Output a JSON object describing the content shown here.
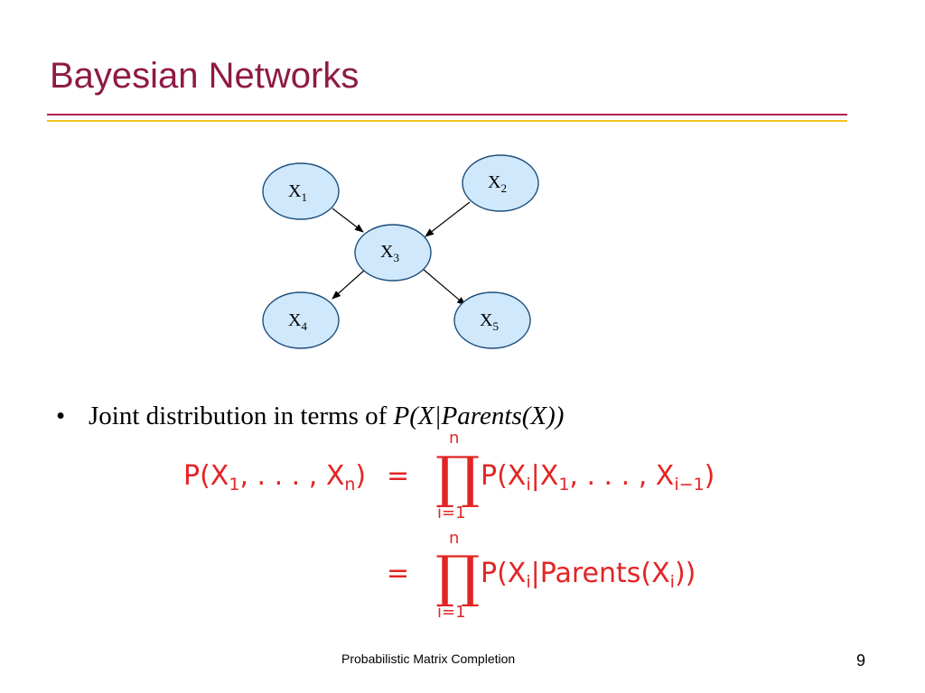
{
  "slide": {
    "title": "Bayesian Networks",
    "footer": "Probabilistic Matrix Completion",
    "page_number": "9",
    "accent_color": "#8e1a45",
    "rule_colors": [
      "#b31f55",
      "#f0c21a"
    ]
  },
  "diagram": {
    "node_fill": "#cfe8fb",
    "nodes": [
      {
        "id": "x1",
        "label": "X",
        "sub": "1"
      },
      {
        "id": "x2",
        "label": "X",
        "sub": "2"
      },
      {
        "id": "x3",
        "label": "X",
        "sub": "3"
      },
      {
        "id": "x4",
        "label": "X",
        "sub": "4"
      },
      {
        "id": "x5",
        "label": "X",
        "sub": "5"
      }
    ],
    "edges": [
      {
        "from": "x1",
        "to": "x3"
      },
      {
        "from": "x2",
        "to": "x3"
      },
      {
        "from": "x3",
        "to": "x4"
      },
      {
        "from": "x3",
        "to": "x5"
      }
    ]
  },
  "bullet": {
    "marker": "•",
    "text": "Joint distribution in terms of ",
    "emphasis_a": "P(X|",
    "emphasis_b": "Parents(X))"
  },
  "equations": {
    "color": "#e32424",
    "lhs_open": "P(X",
    "lhs_sub1": "1",
    "lhs_mid": ", . . . , X",
    "lhs_subn": "n",
    "lhs_close": ")",
    "equals": "=",
    "prod": "∏",
    "upper": "n",
    "lower": "i=1",
    "rhs1_open": "P(X",
    "rhs1_sub_i": "i",
    "rhs1_mid": "|X",
    "rhs1_sub1": "1",
    "rhs1_dots": ", . . . , X",
    "rhs1_sub_im1": "i−1",
    "rhs1_close": ")",
    "rhs2_open": "P(X",
    "rhs2_sub_i": "i",
    "rhs2_mid": "|Parents(X",
    "rhs2_sub_i2": "i",
    "rhs2_close": "))"
  }
}
